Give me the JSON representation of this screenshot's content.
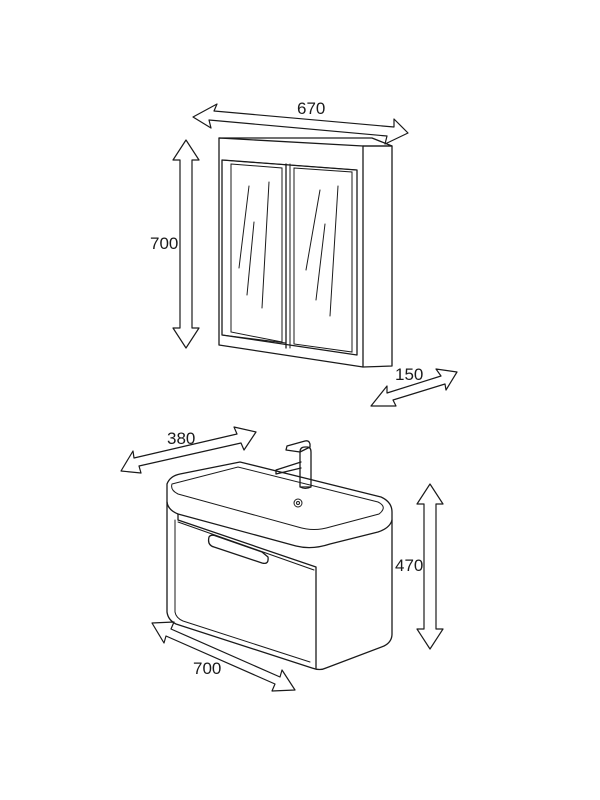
{
  "dimensions": {
    "cabinet_width": "670",
    "cabinet_height": "700",
    "cabinet_depth": "150",
    "vanity_depth": "380",
    "vanity_height": "470",
    "vanity_width": "700"
  }
}
